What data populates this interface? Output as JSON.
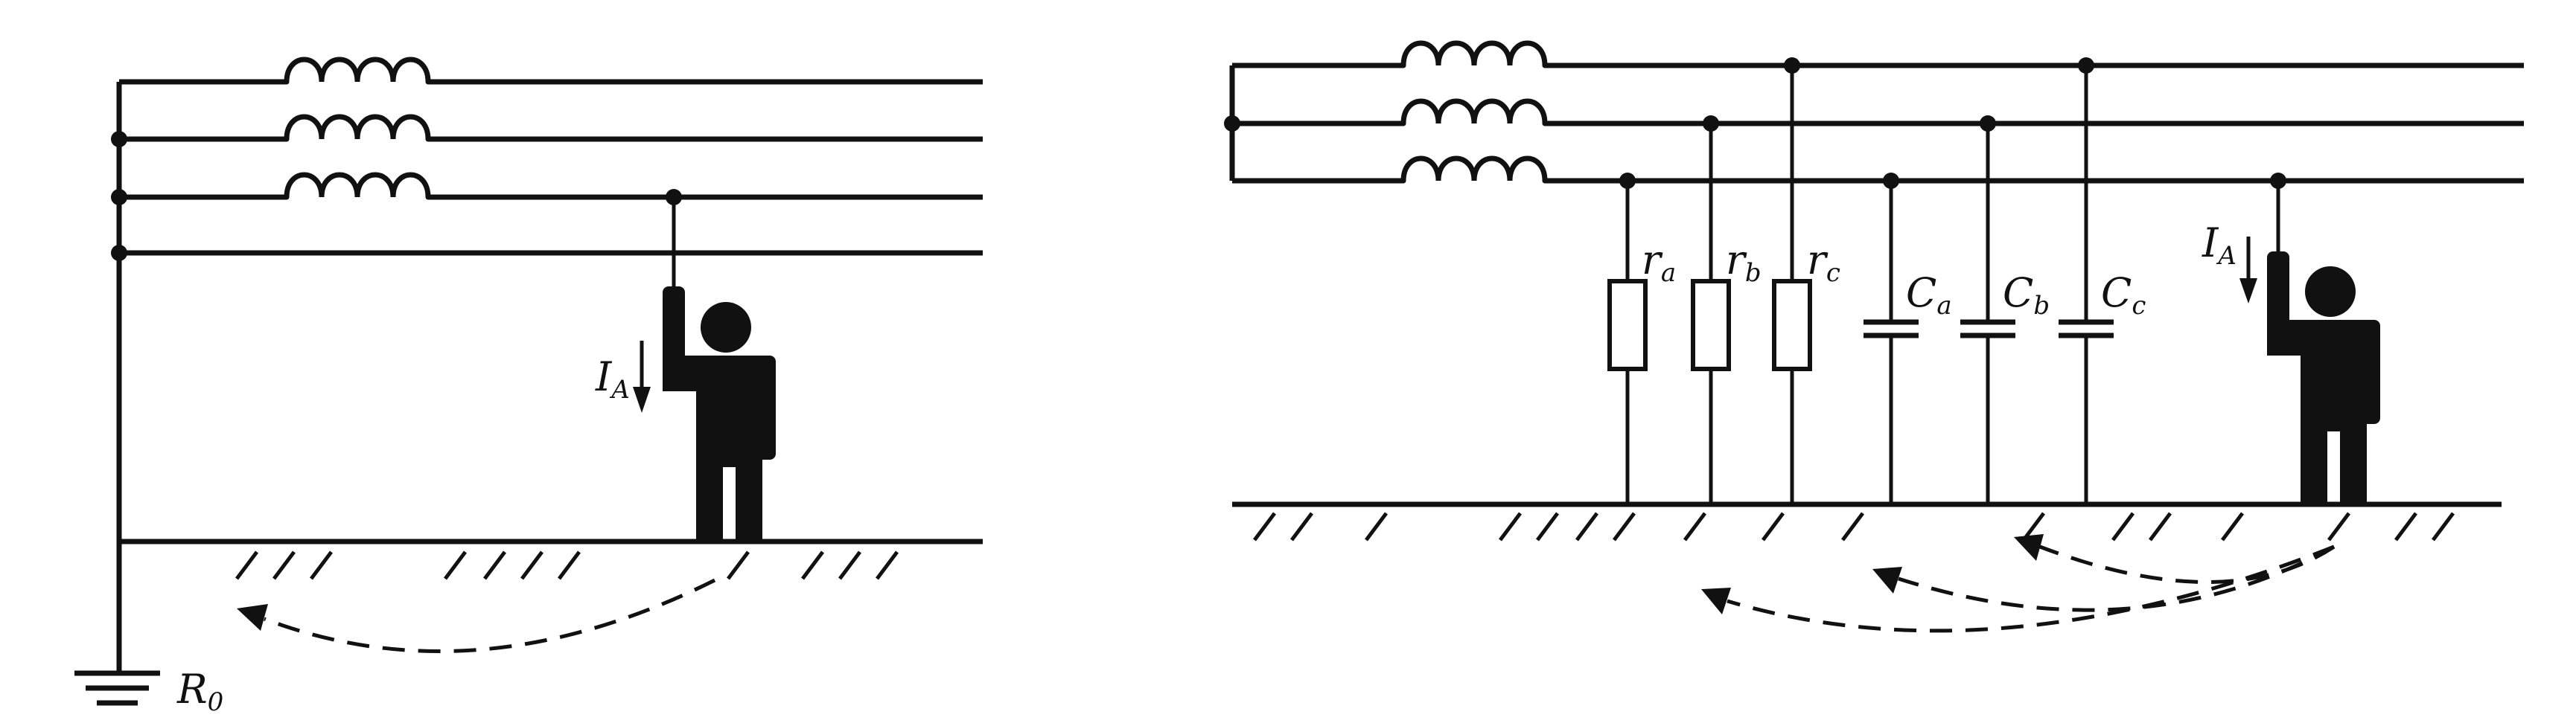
{
  "left_diagram": {
    "current": {
      "symbol": "I",
      "subscript": "A"
    },
    "ground_resistance": {
      "symbol": "R",
      "subscript": "0"
    }
  },
  "right_diagram": {
    "resistors": [
      {
        "symbol": "r",
        "subscript": "a"
      },
      {
        "symbol": "r",
        "subscript": "b"
      },
      {
        "symbol": "r",
        "subscript": "c"
      }
    ],
    "capacitors": [
      {
        "symbol": "C",
        "subscript": "a"
      },
      {
        "symbol": "C",
        "subscript": "b"
      },
      {
        "symbol": "C",
        "subscript": "c"
      }
    ],
    "current": {
      "symbol": "I",
      "subscript": "A"
    }
  }
}
